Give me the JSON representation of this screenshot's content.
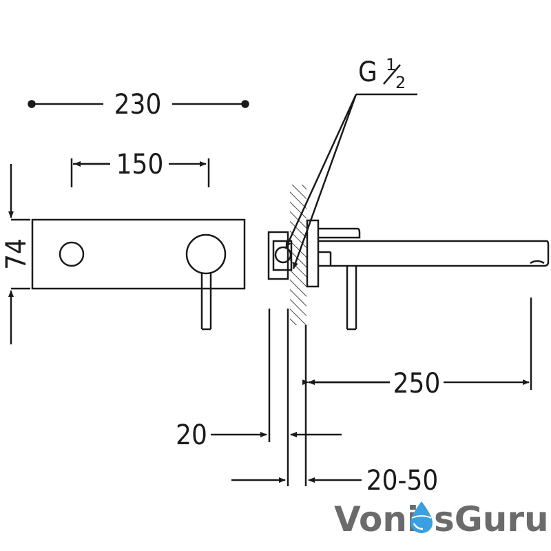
{
  "dimensions": {
    "total_width": "230",
    "handle_spacing": "150",
    "plate_height": "74",
    "thread": "G",
    "thread_fraction_num": "1",
    "thread_fraction_den": "2",
    "spout_length": "250",
    "wall_offset": "20",
    "body_depth": "20-50"
  },
  "logo": {
    "part1": "Voni",
    "part2": "sGuru",
    "color_dark": "#6b6b6b",
    "color_accent": "#3aa0e0"
  },
  "colors": {
    "line": "#1a1a1a"
  }
}
